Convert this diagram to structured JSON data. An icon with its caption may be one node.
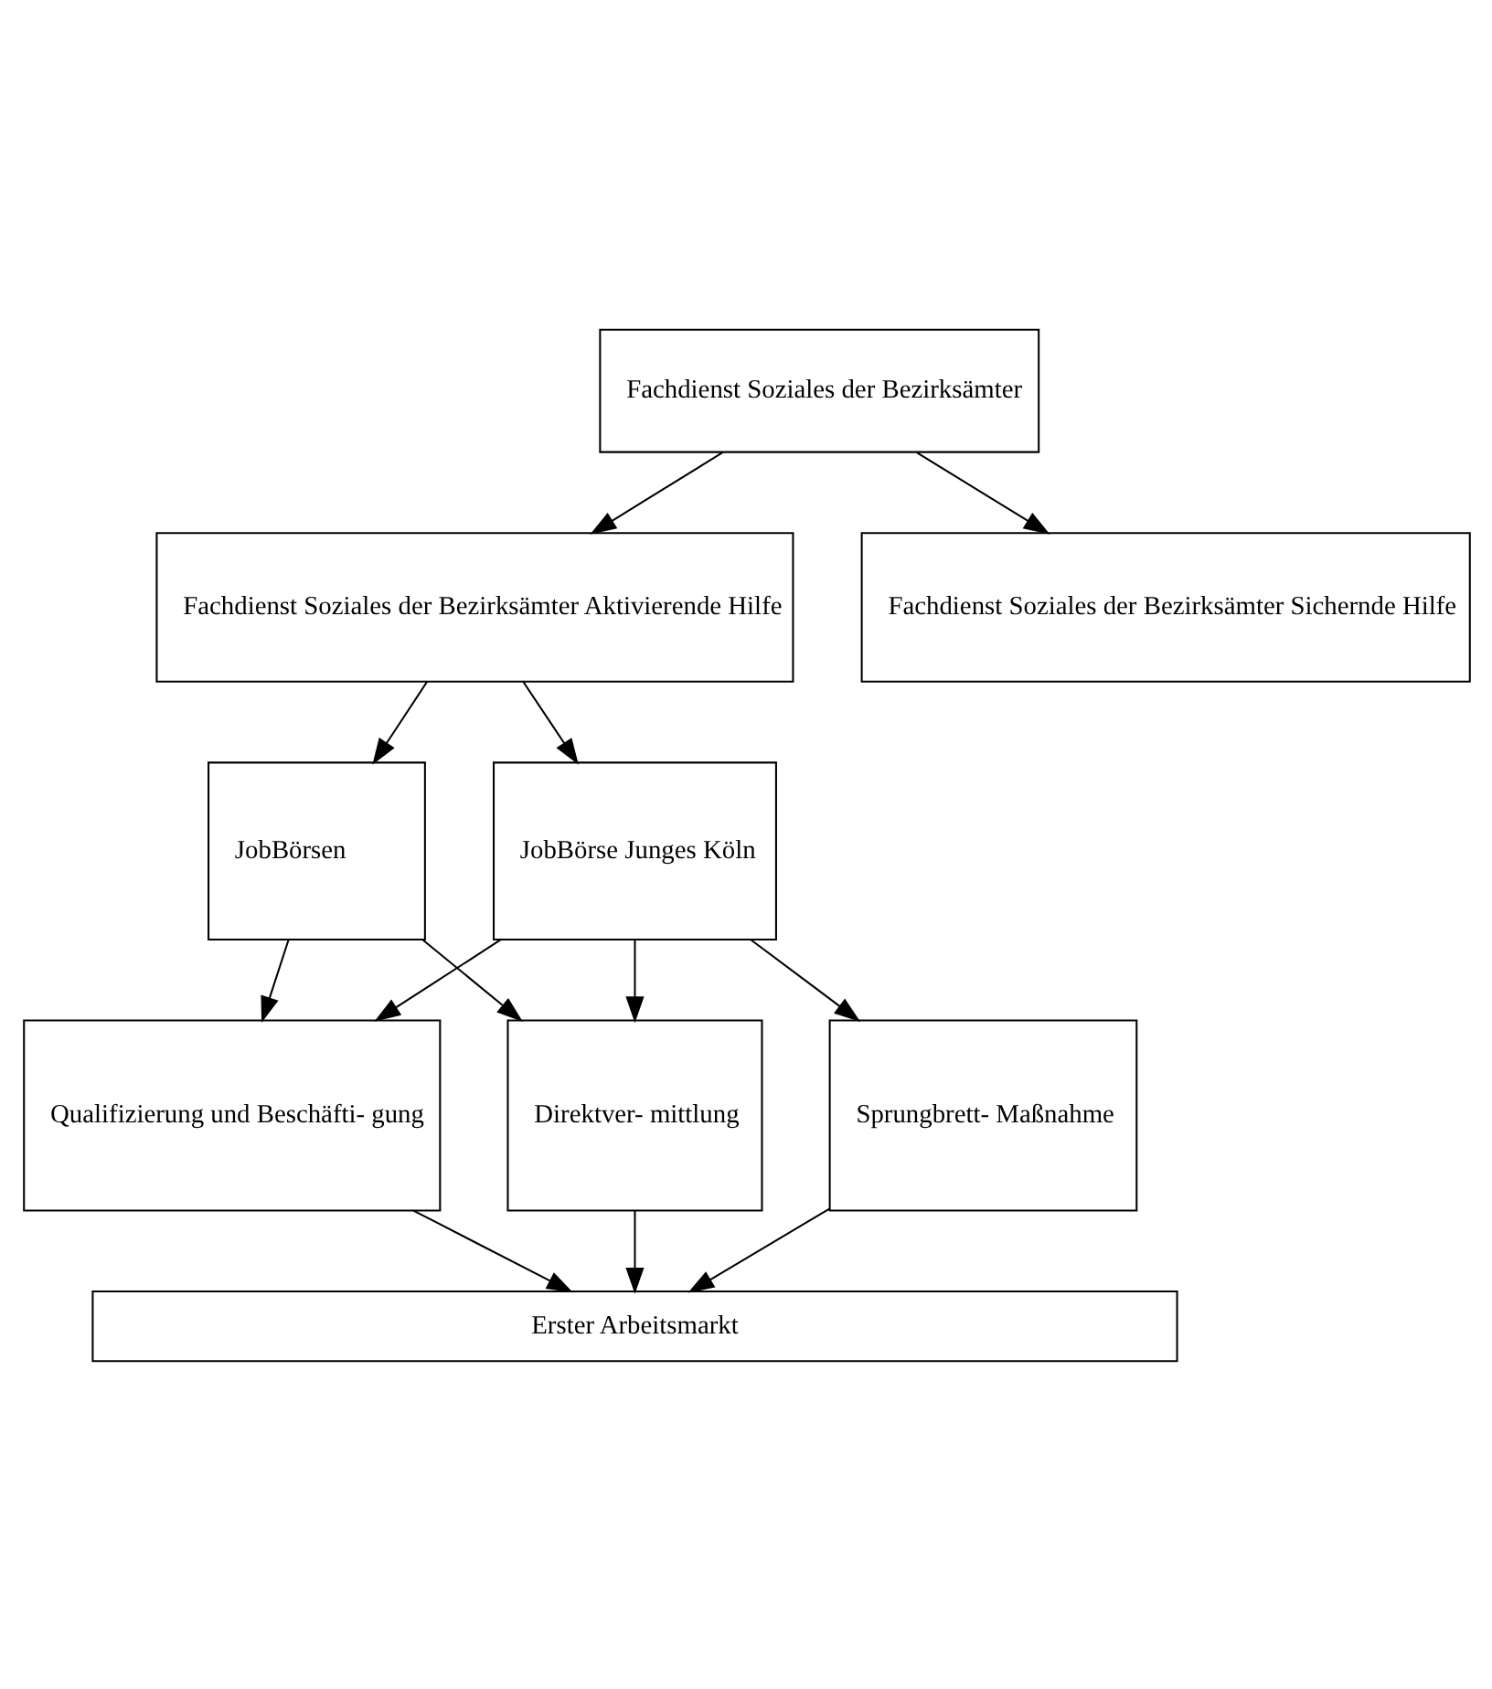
{
  "diagram": {
    "nodes": [
      {
        "text": [
          "Fachdienst Soziales der Bezirksämter"
        ]
      },
      {
        "text": [
          "Fachdienst Soziales der Bezirksämter Aktivierende Hilfe"
        ]
      },
      {
        "text": [
          "Fachdienst Soziales der Bezirksämter Sichernde Hilfe"
        ]
      },
      {
        "text": [
          "JobBörsen"
        ]
      },
      {
        "text": [
          "JobBörse Junges Köln"
        ]
      },
      {
        "text": [
          "Direktver- mittlung"
        ]
      },
      {
        "text": [
          "Qualifizierung und Beschäfti- gung"
        ]
      },
      {
        "text": [
          "Sprungbrett- Maßnahme"
        ]
      },
      {
        "text": [
          "Erster Arbeitsmarkt"
        ]
      }
    ],
    "edges": [
      {
        "from": 0,
        "to": 1,
        "arrow": "to"
      },
      {
        "from": 0,
        "to": 2,
        "arrow": "to"
      },
      {
        "from": 1,
        "to": 3,
        "arrow": "to"
      },
      {
        "from": 1,
        "to": 4,
        "arrow": "to"
      },
      {
        "from": 3,
        "to": 5,
        "arrow": "to"
      },
      {
        "from": 3,
        "to": 6,
        "arrow": "to"
      },
      {
        "from": 4,
        "to": 5,
        "arrow": "to"
      },
      {
        "from": 4,
        "to": 6,
        "arrow": "to"
      },
      {
        "from": 4,
        "to": 7,
        "arrow": "to"
      },
      {
        "from": 5,
        "to": 8,
        "arrow": "to"
      },
      {
        "from": 6,
        "to": 8,
        "arrow": "to"
      },
      {
        "from": 7,
        "to": 8,
        "arrow": "to"
      }
    ]
  }
}
